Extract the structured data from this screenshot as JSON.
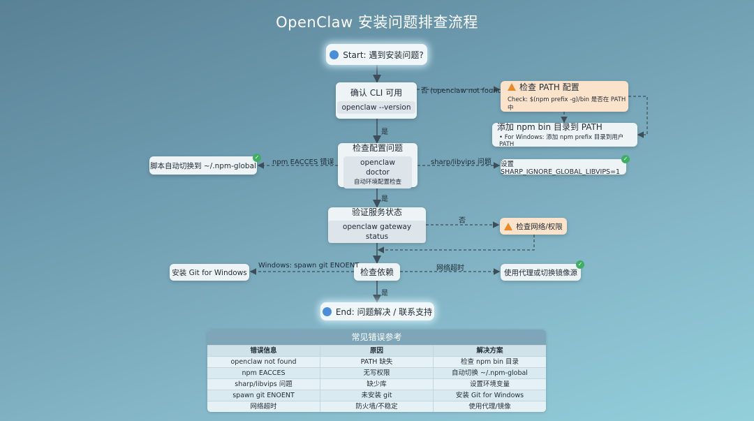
{
  "title": "OpenClaw 安装问题排查流程",
  "nodes": {
    "start": "Start: 遇到安装问题?",
    "cli": {
      "title": "确认 CLI 可用",
      "code": "openclaw --version"
    },
    "path_check": {
      "title": "检查 PATH 配置",
      "detail": "Check: $(npm prefix -g)/bin 是否在 PATH 中"
    },
    "add_path": {
      "title": "添加 npm bin 目录到 PATH",
      "detail": "• For Windows: 添加 npm prefix 目录到用户 PATH"
    },
    "config": {
      "title": "检查配置问题",
      "code": "openclaw doctor",
      "sub": "自动环境配置检查"
    },
    "npm_global": "脚本自动切换到 ~/.npm-global",
    "sharp": "设置 SHARP_IGNORE_GLOBAL_LIBVIPS=1",
    "service": {
      "title": "验证服务状态",
      "code": "openclaw gateway status"
    },
    "network_check": "检查网络/权限",
    "deps": "检查依赖",
    "git": "安装 Git for Windows",
    "proxy": "使用代理或切换镜像源",
    "end": "End: 问题解决 / 联系支持"
  },
  "edges": {
    "cli_no": "否 (openclaw not found)",
    "cli_yes": "是",
    "eacces": "npm EACCES 错误",
    "sharp": "sharp/libvips 问题",
    "config_yes": "是",
    "service_no": "否",
    "git_err": "Windows: spawn git ENOENT",
    "timeout": "网络超时",
    "deps_yes": "是"
  },
  "table": {
    "title": "常见错误参考",
    "headers": [
      "错误信息",
      "原因",
      "解决方案"
    ],
    "rows": [
      [
        "openclaw not found",
        "PATH 缺失",
        "检查 npm bin 目录"
      ],
      [
        "npm EACCES",
        "无写权限",
        "自动切换 ~/.npm-global"
      ],
      [
        "sharp/libvips 问题",
        "缺少库",
        "设置环境变量"
      ],
      [
        "spawn git ENOENT",
        "未安装 git",
        "安装 Git for Windows"
      ],
      [
        "网络超时",
        "防火墙/不稳定",
        "使用代理/镜像"
      ]
    ]
  },
  "colors": {
    "warning": "#e88a2a",
    "success": "#3fae63",
    "info": "#4a8fd6",
    "orange_box": "#fbe2cb"
  }
}
